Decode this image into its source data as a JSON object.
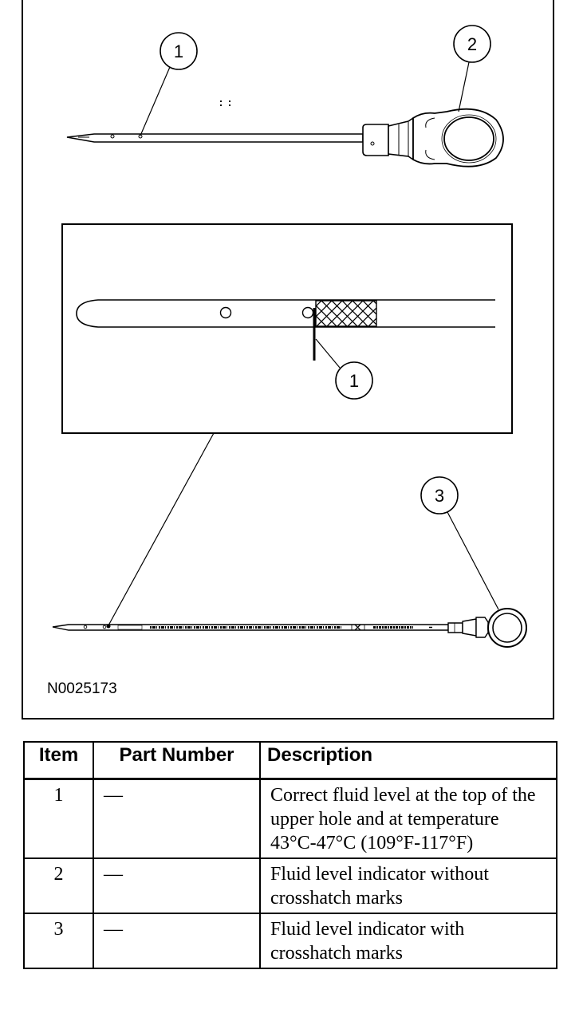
{
  "figure": {
    "callouts": {
      "top_probe": "1",
      "top_handle": "2",
      "detail": "1",
      "bottom_handle": "3"
    },
    "figure_id": "N0025173"
  },
  "parts_table": {
    "headers": {
      "item": "Item",
      "part_number": "Part Number",
      "description": "Description"
    },
    "rows": [
      {
        "item": "1",
        "part_number": "—",
        "description": "Correct fluid level at the top of the upper hole and at temperature 43°C-47°C (109°F-117°F)"
      },
      {
        "item": "2",
        "part_number": "—",
        "description": "Fluid level indicator without crosshatch marks"
      },
      {
        "item": "3",
        "part_number": "—",
        "description": "Fluid level indicator with crosshatch marks"
      }
    ]
  }
}
